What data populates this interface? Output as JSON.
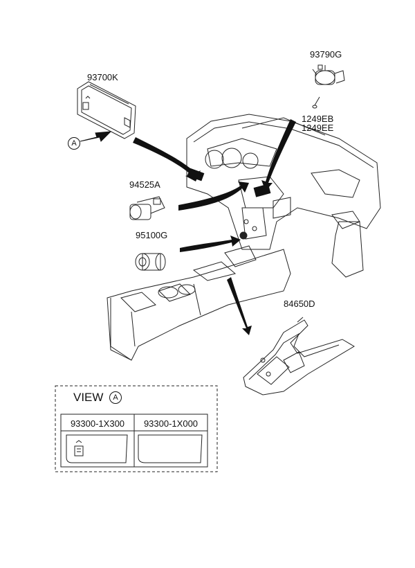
{
  "parts": {
    "p93700K": "93700K",
    "p93790G": "93790G",
    "p1249EB": "1249EB",
    "p1249EE": "1249EE",
    "p94525A": "94525A",
    "p95100G": "95100G",
    "p84650D": "84650D"
  },
  "view": {
    "title": "VIEW",
    "ref": "A",
    "arrow_ref": "A",
    "columns": [
      "93300-1X300",
      "93300-1X000"
    ]
  }
}
